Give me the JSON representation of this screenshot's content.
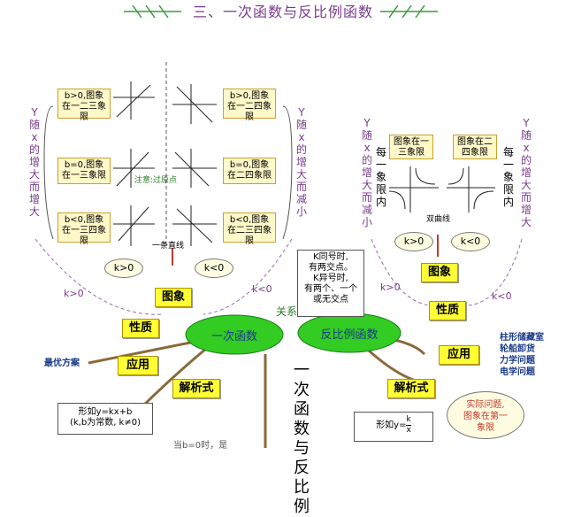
{
  "title": "三、一次函数与反比例函数",
  "left_boxes": [
    "b>0,图象在一二三象限",
    "b=0,图象在一三象限",
    "b<0,图象在一三四象限"
  ],
  "right_boxes": [
    "b>0,图象在一二四象限",
    "b=0,图象在二四象限",
    "b<0,图象在二三四象限"
  ],
  "left_vertical": "Y随x的增大而增大",
  "right_vertical": "Y随x的增大而减小",
  "note_origin": "注意:过原点",
  "line_label": "一条直线",
  "k_pos": "k>0",
  "k_neg": "k<0",
  "arc_left": "k>0",
  "arc_right": "k<0",
  "inv_box_left": "图象在一三象限",
  "inv_box_right": "图象在二四象限",
  "inv_left_vertical": "Y随x的增大而减小",
  "inv_right_vertical": "Y随x的增大而增大",
  "each_quadrant": "每一象限内",
  "hyperbola": "双曲线",
  "inv_arc_left": "k>0",
  "inv_arc_right": "k<0",
  "callout_relation": [
    "K同号时,",
    "有两交点。",
    "K异号时,",
    "有两个、一个",
    "或无交点"
  ],
  "relation": "关系",
  "linear_fn": "一次函数",
  "inverse_fn": "反比例函数",
  "center_vertical": "一次函数与反比例",
  "buttons": {
    "image_left": "图象",
    "property_left": "性质",
    "apply_left": "应用",
    "formula_left": "解析式",
    "image_right": "图象",
    "property_right": "性质",
    "apply_right": "应用",
    "formula_right": "解析式"
  },
  "best_plan": "最优方案",
  "applications": [
    "柱形储藏室",
    "轮船卸货",
    "力学问题",
    "电学问题"
  ],
  "formula_linear": [
    "形如y=kx+b",
    "(k,b为常数, k≠0)"
  ],
  "formula_inverse": "形如y=",
  "fraction_num": "k",
  "fraction_den": "x",
  "when_b0": "当b=0时，是",
  "practical": [
    "实际问题,",
    "图象在第一",
    "象限"
  ]
}
